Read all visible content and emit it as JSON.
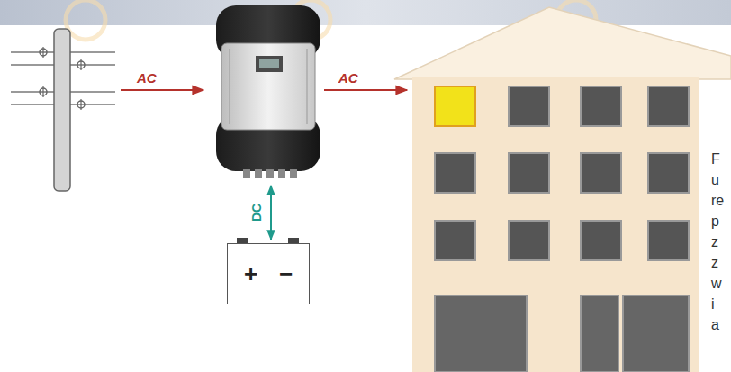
{
  "diagram": {
    "nodes": [
      {
        "text": [
          "+",
          "−"
        ]
      }
    ],
    "labels": [
      "AC",
      "AC",
      "DC",
      "F",
      "u",
      "re",
      "p",
      "z",
      "z",
      "w",
      "i",
      "a"
    ]
  }
}
